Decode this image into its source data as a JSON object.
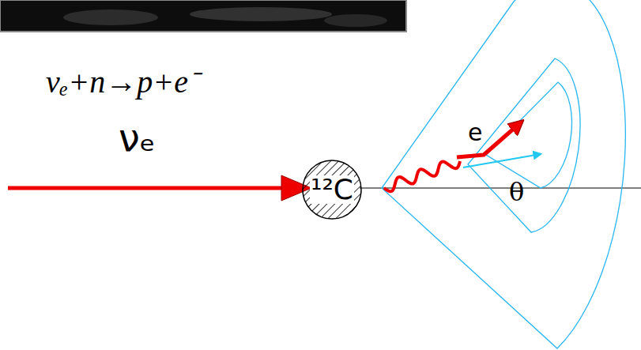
{
  "diagram": {
    "nodes": [
      {
        "text": [
          "¹²C"
        ]
      }
    ],
    "edges": [],
    "labels": [
      "νₑ+n→p+e⁻",
      "νₑ",
      "e",
      "θ"
    ]
  }
}
